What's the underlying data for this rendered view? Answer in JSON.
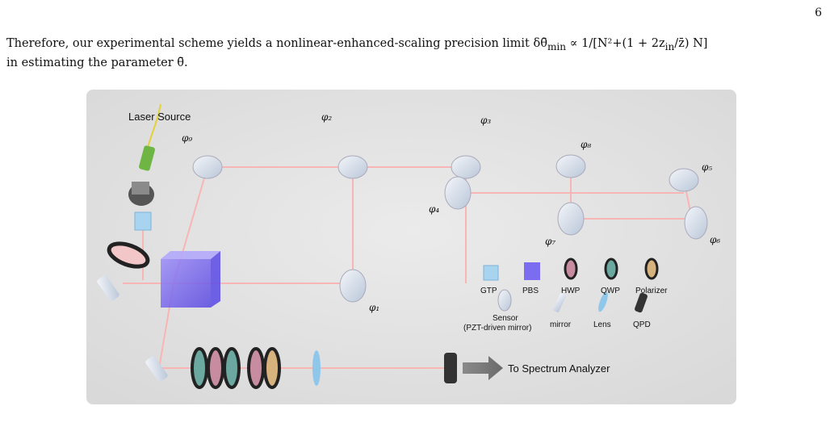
{
  "page": {
    "number": "6",
    "paragraph_part1": "Therefore, our experimental scheme yields a nonlinear-enhanced-scaling precision limit δθ̄",
    "paragraph_sub": "min",
    "paragraph_part2": " ∝ 1/[N²+(1 + 2z",
    "paragraph_sub2": "in",
    "paragraph_part3": "/z̄) N]",
    "paragraph_line2": "in estimating the parameter θ̄."
  },
  "figure": {
    "laser_label": "Laser Source",
    "output_label": "To Spectrum Analyzer",
    "phases": [
      {
        "id": "phi1",
        "label": "φ₁"
      },
      {
        "id": "phi2",
        "label": "φ₂"
      },
      {
        "id": "phi3",
        "label": "φ₃"
      },
      {
        "id": "phi4",
        "label": "φ₄"
      },
      {
        "id": "phi5",
        "label": "φ₅"
      },
      {
        "id": "phi6",
        "label": "φ₆"
      },
      {
        "id": "phi7",
        "label": "φ₇"
      },
      {
        "id": "phi8",
        "label": "φ₈"
      },
      {
        "id": "phi9",
        "label": "φ₉"
      }
    ],
    "legend": {
      "gtp": "GTP",
      "pbs": "PBS",
      "hwp": "HWP",
      "qwp": "QWP",
      "polarizer": "Polarizer",
      "sensor_line1": "Sensor",
      "sensor_line2": "(PZT-driven mirror)",
      "mirror": "mirror",
      "lens": "Lens",
      "qpd": "QPD"
    },
    "colors": {
      "background": "#e3e3e3",
      "beam": "#f4b8b8",
      "gtp": "#a8d4f0",
      "pbs": "#7b6cf0",
      "qpd": "#3a3a3a"
    }
  }
}
